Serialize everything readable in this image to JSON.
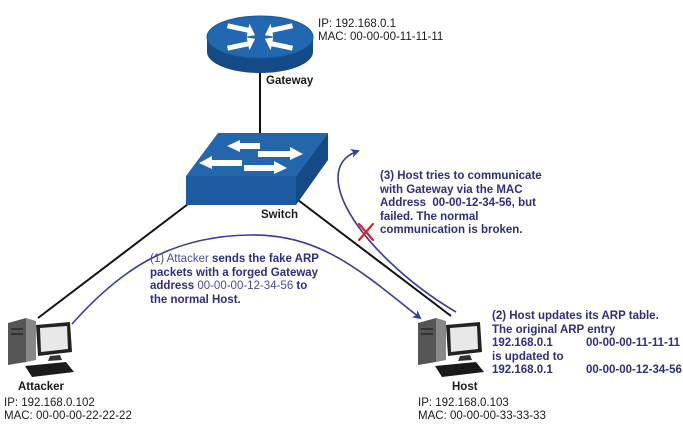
{
  "colors": {
    "device_blue": "#1f62a8",
    "device_blue_dark": "#144a86",
    "annotation_text": "#2e2e86",
    "arrow_line": "#3a3aa0",
    "cable": "#111111",
    "fail_mark": "#e02020"
  },
  "devices": {
    "gateway": {
      "name": "Gateway",
      "icon": "router-icon",
      "ip": "IP: 192.168.0.1",
      "mac": "MAC: 00-00-00-11-11-11"
    },
    "switch": {
      "name": "Switch",
      "icon": "switch-icon"
    },
    "attacker": {
      "name": "Attacker",
      "icon": "computer-icon",
      "ip": "IP: 192.168.0.102",
      "mac": "MAC: 00-00-00-22-22-22"
    },
    "host": {
      "name": "Host",
      "icon": "computer-icon",
      "ip": "IP: 192.168.0.103",
      "mac": "MAC: 00-00-00-33-33-33"
    }
  },
  "notes": {
    "step1": {
      "prefix": "(1) Attacker",
      "line1_rest": " sends the fake ARP",
      "line2": "packets with a forged Gateway",
      "line3_pre": "address ",
      "line3_mac": "00-00-00-12-34-56",
      "line3_post": " to",
      "line4": "the normal Host."
    },
    "step2": {
      "line1": "(2) Host updates its ARP table.",
      "line2": "The original ARP entry",
      "entry_old": {
        "ip": "192.168.0.1",
        "mac": "00-00-00-11-11-11"
      },
      "line4": "is updated to",
      "entry_new": {
        "ip": "192.168.0.1",
        "mac": "00-00-00-12-34-56"
      }
    },
    "step3": {
      "line1": "(3) Host tries to communicate",
      "line2": "with Gateway via the MAC",
      "line3": "Address  00-00-12-34-56, but",
      "line4": "failed. The normal",
      "line5": "communication is broken."
    }
  },
  "markers": {
    "failure": "cross-mark-icon"
  }
}
